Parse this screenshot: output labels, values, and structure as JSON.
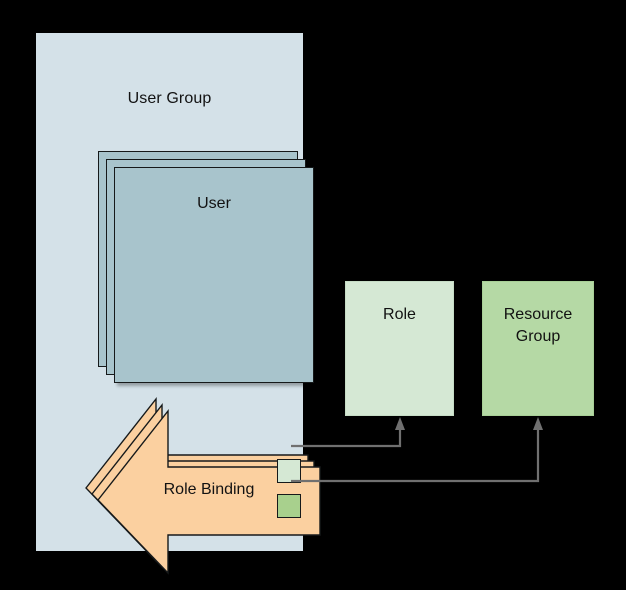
{
  "diagram": {
    "title_group": "User Group",
    "background_color": "#000000",
    "nodes": {
      "user_group": {
        "label": "User Group",
        "fill": "#d4e1e8",
        "shape": "container"
      },
      "user": {
        "label": "User",
        "fill": "#a8c4cc",
        "shape": "stacked-rectangle",
        "stack_count": 3
      },
      "role_binding": {
        "label": "Role Binding",
        "fill": "#fbd0a0",
        "shape": "stacked-left-arrow",
        "stack_count": 3
      },
      "role": {
        "label": "Role",
        "fill": "#d5e8d4",
        "shape": "rectangle"
      },
      "resource_group": {
        "label": "Resource\nGroup",
        "fill": "#b5d9a5",
        "shape": "rectangle"
      }
    },
    "ports": [
      {
        "name": "role-port",
        "fill": "#d5e8d4",
        "target": "Role"
      },
      {
        "name": "resource-port",
        "fill": "#a8d08d",
        "target": "Resource Group"
      }
    ],
    "edges": [
      {
        "from": "Role Binding",
        "to": "Role",
        "style": "orthogonal-arrow",
        "color": "#707070"
      },
      {
        "from": "Role Binding",
        "to": "Resource Group",
        "style": "orthogonal-arrow",
        "color": "#707070"
      }
    ]
  }
}
